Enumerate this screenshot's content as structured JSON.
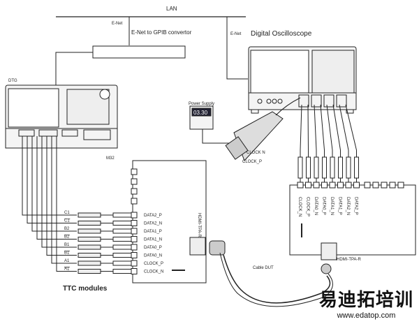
{
  "lan": "LAN",
  "enet_left": "E-Net",
  "enet_right": "E-Net",
  "convertor": "E-Net to GPIB convertor",
  "scope": "Digital Oscilloscope",
  "dtg": "DTG",
  "m32": "M32",
  "power_supply": {
    "label": "Power Supply",
    "value": "03.30"
  },
  "probe_labels": [
    "CLOCK N",
    "CLOCK_P"
  ],
  "ttc_signals": [
    {
      "label": "C1",
      "bar": false
    },
    {
      "label": "C1",
      "bar": true
    },
    {
      "label": "B2",
      "bar": false
    },
    {
      "label": "B2",
      "bar": true
    },
    {
      "label": "B1",
      "bar": false
    },
    {
      "label": "B1",
      "bar": true
    },
    {
      "label": "A1",
      "bar": false
    },
    {
      "label": "A1",
      "bar": true
    }
  ],
  "left_board": {
    "name": "HDMI-TPA-R",
    "pins": [
      "DATA2_P",
      "DATA2_N",
      "DATA1_P",
      "DATA1_N",
      "DATA0_P",
      "DATA0_N",
      "CLOCK_P",
      "CLOCK_N"
    ]
  },
  "right_board": {
    "name": "HDMI-TPA-R",
    "pins": [
      "CLOCK_N",
      "CLOCK_P",
      "DATA0_N",
      "DATA0_P",
      "DATA1_N",
      "DATA1_P",
      "DATA2_N",
      "DATA2_P"
    ]
  },
  "ttc_modules": "TTC modules",
  "cable": "Cable DUT",
  "watermark": {
    "cn": "易迪拓培训",
    "url": "www.edatop.com"
  }
}
